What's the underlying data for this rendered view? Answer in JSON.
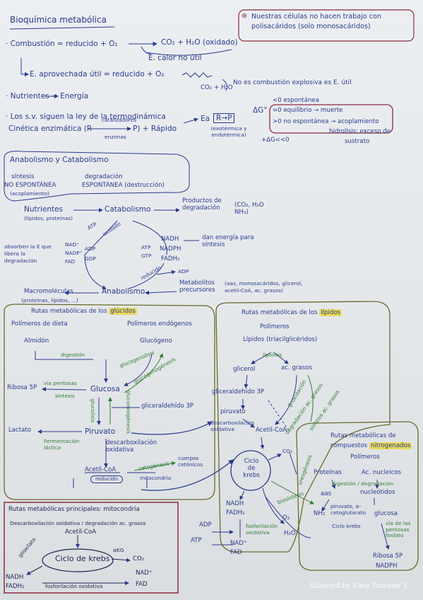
{
  "header": {
    "title": "Bioquímica metabólica",
    "note": "Nuestras células no hacen trabajo con polisacáridos (solo monosacáridos)"
  },
  "intro": {
    "combustion": "· Combustión = reducido + O₂",
    "combustion_result": "CO₂ + H₂O (oxidado)",
    "combustion_energy": "E. calor no útil",
    "aprovechada": "E. aprovechada útil = reducido + O₂",
    "aprovechada_product": "CO₂ + H₂O",
    "aprovechada_note": "No es combustión explosiva es E. útil",
    "nutrientes": "· Nutrientes → Energía",
    "termo": "· Los s.v. siguen la ley de la termodinámica",
    "cinetica": "Cinética enzimática (R",
    "cat_label": "catalizadores",
    "enz_label": "enzimas",
    "cinetica_end": "P)  + Rápido",
    "ea": "Ea",
    "rp": "R→P",
    "ea_note": "(exotérmica y endotérmica)",
    "dg": "ΔG°",
    "dg_lt": "<0 espontánea",
    "dg_eq": "=0 equilibrio → muerte",
    "dg_gt": ">0 no espontánea → acoplamiento",
    "hidrolisis": "hidrolisis: exceso de",
    "hidrolisis2": "sustrato",
    "dg_acop": "+ΔG<<0"
  },
  "anabolismo": {
    "title": "Anabolismo y Catabolismo",
    "sintesis": "síntesis",
    "no_esp": "NO ESPONTÁNEA",
    "acop": "(acoplamiento)",
    "degr": "degradación",
    "esp": "ESPONTÁNEA (destrucción)",
    "nutrientes": "Nutrientes",
    "nutrientes_sub": "(lípidos, proteínas)",
    "catabolismo": "Catabolismo",
    "productos": "Productos de degradación",
    "productos_list": "(CO₂, H₂O NH₃)",
    "atp": "ATP",
    "oxidado": "oxidado",
    "nad": "NAD⁺",
    "nadp": "NADP⁺",
    "fad": "FAD",
    "adp": "ADP",
    "gdp": "GDP",
    "atp2": "ATP",
    "gtp": "GTP",
    "nadh": "NADH",
    "nadph": "NADPH",
    "fadh2": "FADH₂",
    "dan_energia": "dan energía para síntesis",
    "absorben": "absorben la E que libera la degradación",
    "reducido": "reducido",
    "adp2": "ADP",
    "macromoleculas": "Macromoléculas",
    "macro_sub": "(proteínas, lípidos, ...)",
    "anabolismo": "Anabolismo",
    "metabolitos": "Metabolitos precursores",
    "metab_list": "(aas, monosacáridos, glicerol, acetil-CoA, ac. grasos)"
  },
  "glucidos": {
    "title": "Rutas metabólicas de los",
    "title_hl": "glúcidos",
    "polimeros_dieta": "Polímeros de dieta",
    "polimeros_endo": "Polímeros endógenos",
    "almidon": "Almidón",
    "glucogeno": "Glucógeno",
    "digestion": "digestión",
    "glucogenolisis": "glucogenolisis",
    "glucogenogenesis": "glucogenogénesis",
    "ribosa": "Ribosa 5P",
    "via_pentosas": "vía pentosas",
    "sintesis": "síntesis",
    "glucosa": "Glucosa",
    "gliceraldehido": "gliceraldehído 3P",
    "glucolisis": "glucolisis",
    "gluconeogenesis": "gluconeogénesis",
    "lactato": "Lactato",
    "fermentacion": "Fermentación láctica",
    "piruvato": "Piruvato",
    "descarbox": "descarboxilación oxidativa",
    "acetil": "Acetil-CoA",
    "reducido": "reducido",
    "mitocondria": "mitocondria",
    "cetogenesis": "cetogénesis",
    "cuerpos": "cuerpos cetónicos"
  },
  "lipidos": {
    "title": "Rutas metabólicas de los",
    "title_hl": "lípidos",
    "polimeros": "Polímeros",
    "lipidos": "Lípidos (triacilglicéridos)",
    "lipolisis": "lipolisis",
    "glicerol": "glicerol",
    "ac_grasos": "ac. grasos",
    "glicer3p": "gliceraldehído 3P",
    "piruvato": "piruvato",
    "descarbox": "descarboxilación oxidativa",
    "acetil": "Acetil-CoA",
    "b_oxidacion": "β-oxidación",
    "degradacion": "degradación ac. grasos",
    "sintesis_ac": "síntesis ac. grasos"
  },
  "krebs": {
    "ciclo": "Ciclo de krebs",
    "co2": "CO₂",
    "nadh": "NADH",
    "fadh2": "FADH₂",
    "o2": "O₂",
    "h2o": "H₂O",
    "fosforilacion": "fosforilación oxidativa",
    "adp": "ADP",
    "atp": "ATP",
    "nad": "NAD⁺",
    "fad": "FAD",
    "biosintesis": "biosíntesis",
    "ureogenesis": "ureogénesis"
  },
  "nitrogenados": {
    "title": "Rutas metabólicas de",
    "title2": "compuestos",
    "title_hl": "nitrogenados",
    "polimeros": "Polímeros",
    "proteinas": "Proteínas",
    "ac_nucleicos": "Ac. nucleicos",
    "digestion": "digestión / degradación",
    "aas": "aas",
    "nucleotidos": "nucleótidos",
    "nh2": "NH₂",
    "piruvato": "piruvato, α-cetoglutarato",
    "ciclo_krebs": "Ciclo krebs",
    "glucosa": "glucosa",
    "via_pentosas": "vía de las pentosas fosfato",
    "ribosa": "Ribosa 5P",
    "nadph": "NADPH"
  },
  "principales": {
    "title": "Rutas metabólicas principales: mitocondria",
    "subtitle": "Descarboxilación oxidativa / degradación ac. grasos",
    "acetil": "Acetil-CoA",
    "ciclo": "Ciclo de krebs",
    "co2": "CO₂",
    "nadh": "NADH",
    "fadh2": "FADH₂",
    "nad": "NAD⁺",
    "fad": "FAD",
    "fosforilacion": "fosforilación oxidativa",
    "glyoxy": "glioxilato",
    "akg": "αKG"
  },
  "footer": {
    "scanner": "Scanned by Easy Scanner",
    "page_num": "1"
  }
}
